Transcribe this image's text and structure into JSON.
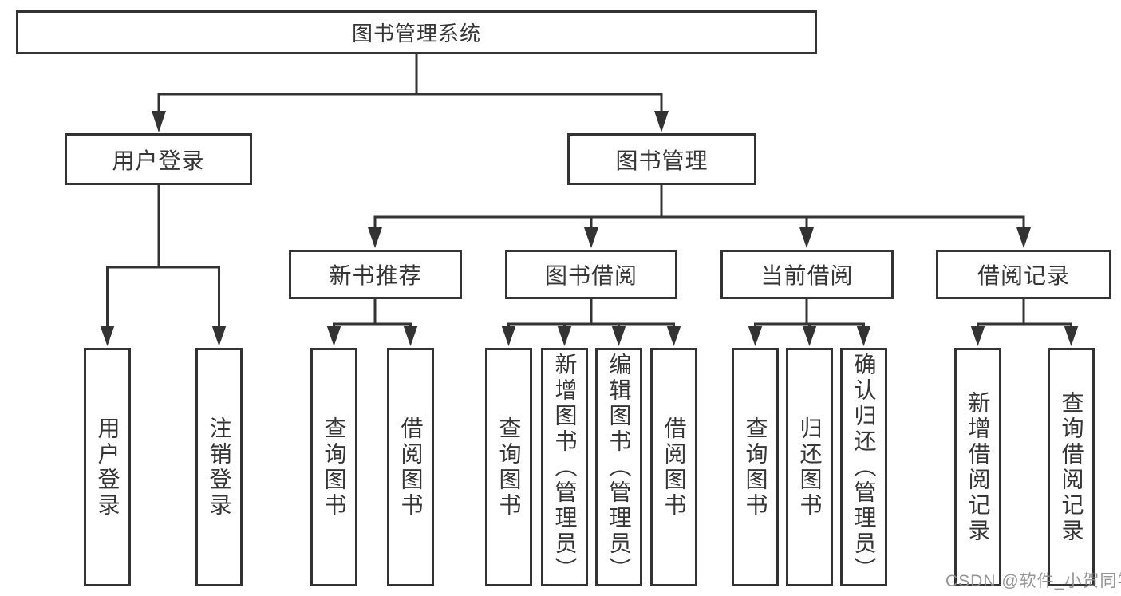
{
  "root": {
    "label": "图书管理系统"
  },
  "branches": [
    {
      "label": "用户登录",
      "children": [
        {
          "label": "用户登录"
        },
        {
          "label": "注销登录"
        }
      ]
    },
    {
      "label": "图书管理",
      "children": [
        {
          "label": "新书推荐",
          "children": [
            {
              "label": "查询图书"
            },
            {
              "label": "借阅图书"
            }
          ]
        },
        {
          "label": "图书借阅",
          "children": [
            {
              "label": "查询图书"
            },
            {
              "label": "新增图书（管理员）"
            },
            {
              "label": "编辑图书（管理员）"
            },
            {
              "label": "借阅图书"
            }
          ]
        },
        {
          "label": "当前借阅",
          "children": [
            {
              "label": "查询图书"
            },
            {
              "label": "归还图书"
            },
            {
              "label": "确认归还（管理员）"
            }
          ]
        },
        {
          "label": "借阅记录",
          "children": [
            {
              "label": "新增借阅记录"
            },
            {
              "label": "查询借阅记录"
            }
          ]
        }
      ]
    }
  ],
  "watermark": "CSDN @软件_小贺同学",
  "colors": {
    "line": "#333333",
    "box_border": "#333333",
    "text": "#353535",
    "watermark": "#8c8c8c",
    "background": "#ffffff"
  }
}
